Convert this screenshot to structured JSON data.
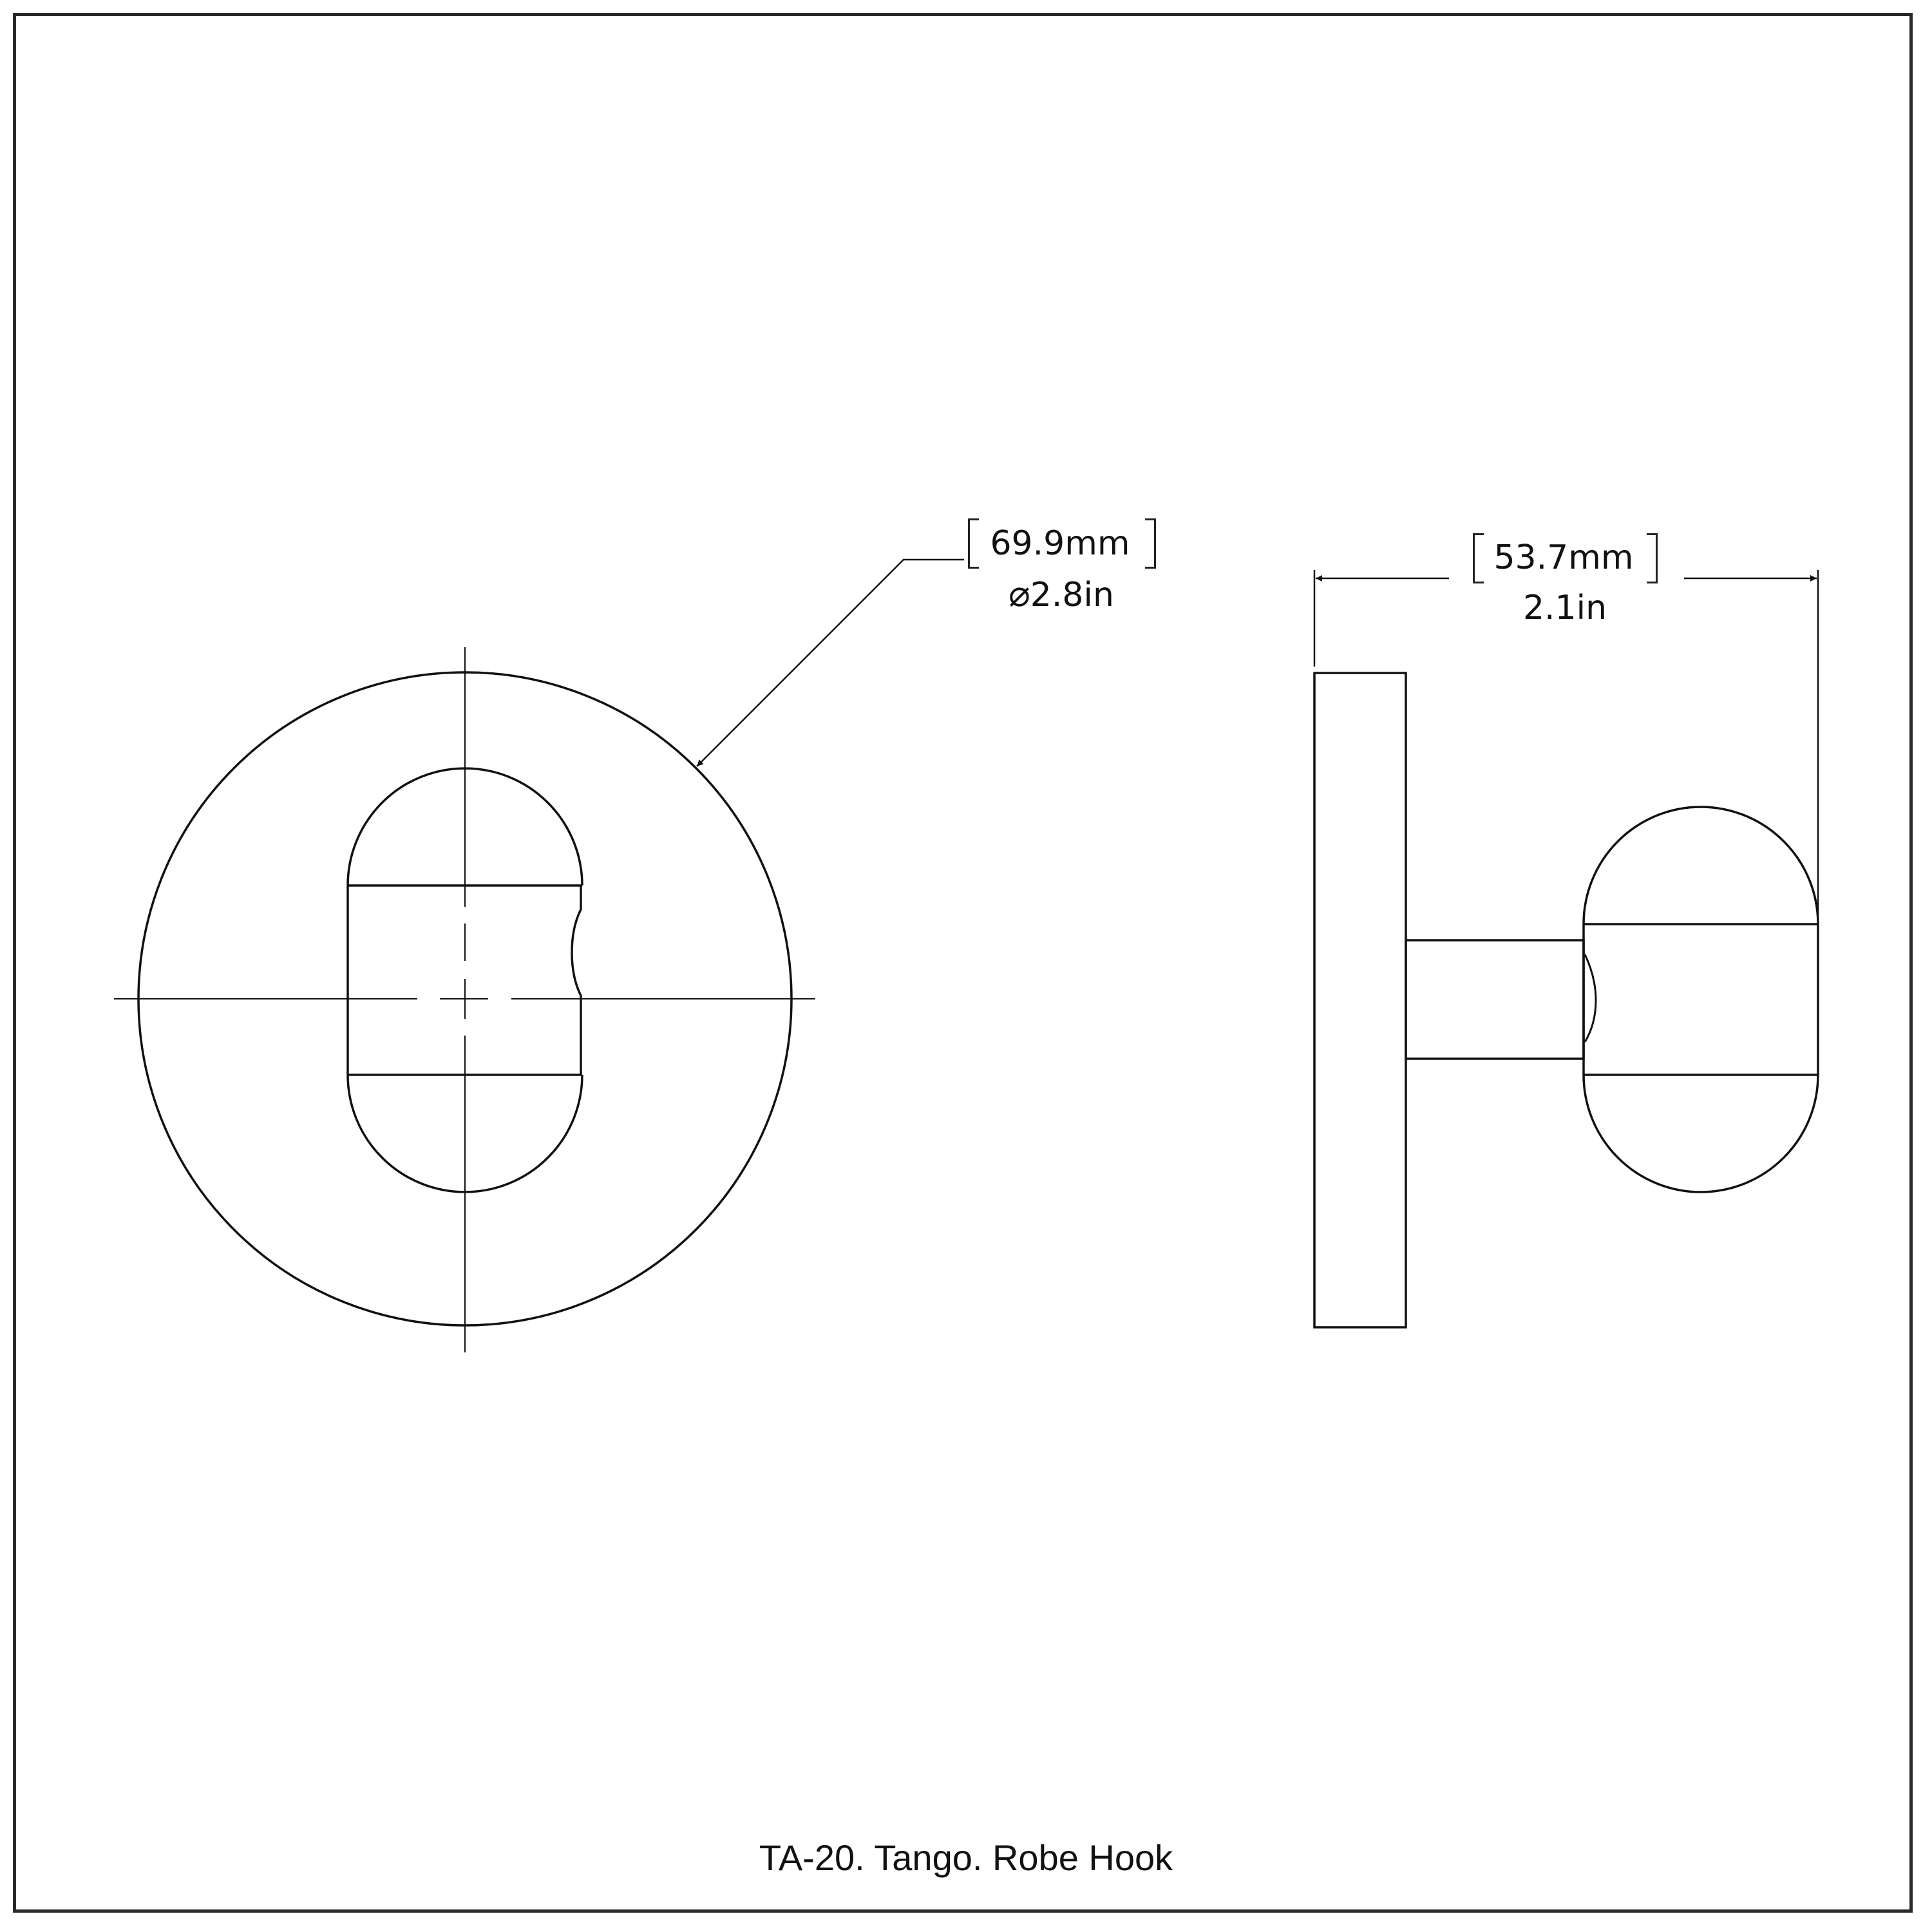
{
  "drawing": {
    "title": "TA-20. Tango. Robe Hook",
    "front_view": {
      "dimension": {
        "metric": "69.9mm",
        "imperial_symbol": "⌀",
        "imperial": "2.8in",
        "type": "diameter"
      }
    },
    "side_view": {
      "dimension": {
        "metric": "53.7mm",
        "imperial": "2.1in",
        "type": "linear-projection"
      }
    },
    "colors": {
      "line": "#111111",
      "frame": "#2a2a2a",
      "background": "#ffffff"
    }
  }
}
